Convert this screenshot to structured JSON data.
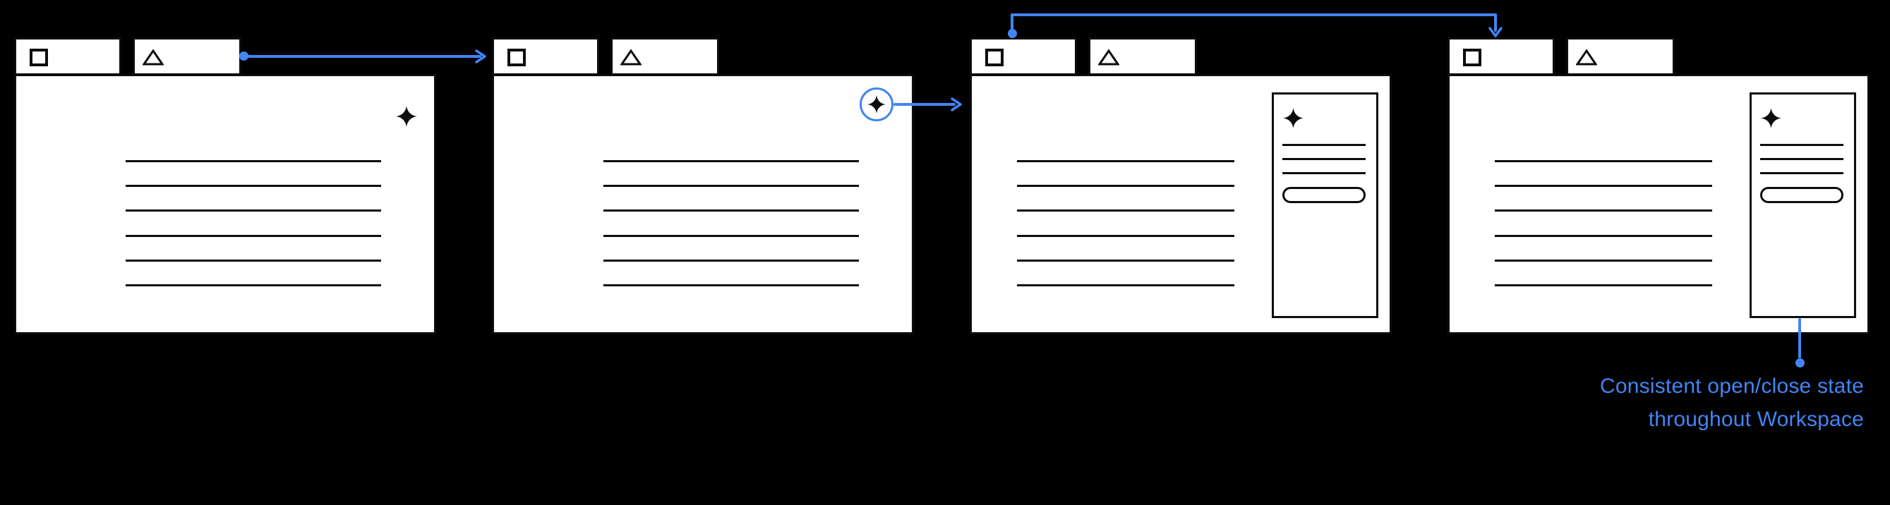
{
  "colors": {
    "background": "#000000",
    "window": "#ffffff",
    "ink": "#0d0d0d",
    "accent": "#4285f4"
  },
  "caption": {
    "line1": "Consistent open/close state",
    "line2": "throughout Workspace"
  },
  "windows": [
    {
      "name": "window-1",
      "tabs": [
        {
          "icon": "square"
        },
        {
          "icon": "triangle"
        }
      ],
      "content_line_count": 6,
      "decoration": "sparkle"
    },
    {
      "name": "window-2",
      "tabs": [
        {
          "icon": "square"
        },
        {
          "icon": "triangle"
        }
      ],
      "content_line_count": 6,
      "decoration": "sparkle-in-circle"
    },
    {
      "name": "window-3",
      "tabs": [
        {
          "icon": "square"
        },
        {
          "icon": "triangle"
        }
      ],
      "content_line_count": 6,
      "side_panel": {
        "sparkle": true,
        "line_count": 3,
        "button": "pill"
      }
    },
    {
      "name": "window-4",
      "tabs": [
        {
          "icon": "square"
        },
        {
          "icon": "triangle"
        }
      ],
      "content_line_count": 6,
      "side_panel": {
        "sparkle": true,
        "line_count": 3,
        "button": "pill"
      }
    }
  ],
  "connectors": [
    {
      "from": "window-1-second-tab",
      "to": "window-2",
      "style": "dot-line-arrow-right"
    },
    {
      "from": "window-2-sparkle-circle",
      "to": "window-3",
      "style": "line-arrow-right"
    },
    {
      "from": "window-3-first-tab",
      "to": "window-4-first-tab",
      "style": "dot-elbow-arrow-down"
    },
    {
      "from": "window-4-side-panel",
      "to": "caption",
      "style": "line-dot-down"
    }
  ]
}
